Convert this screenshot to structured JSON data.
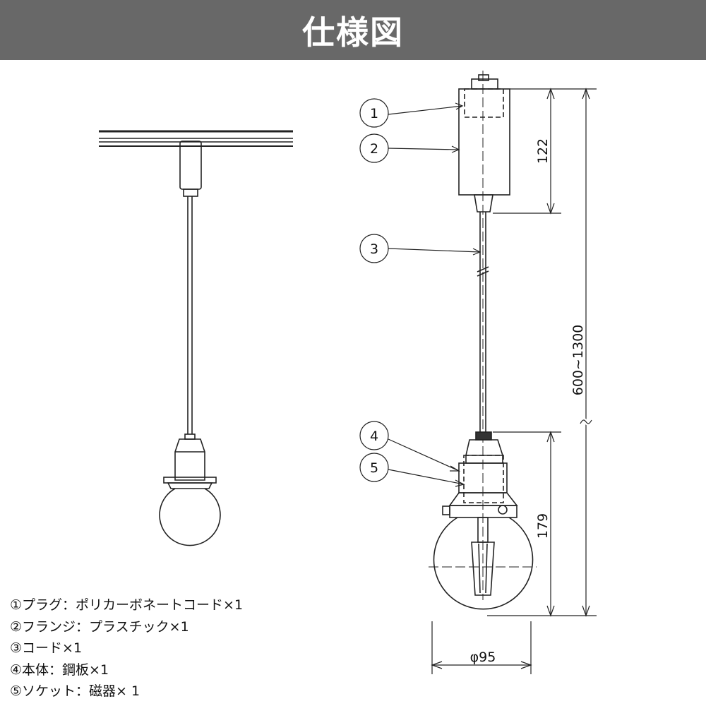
{
  "title": "仕様図",
  "callouts": [
    "1",
    "2",
    "3",
    "4",
    "5"
  ],
  "dimensions": {
    "plug_height": "122",
    "cord_length": "600~1300",
    "socket_height": "179",
    "bulb_diameter": "φ95"
  },
  "parts": [
    "①プラグ：ポリカーボネートコード×1",
    "②フランジ：プラスチック×1",
    "③コード×1",
    "④本体：鋼板×1",
    "⑤ソケット：磁器× 1"
  ]
}
